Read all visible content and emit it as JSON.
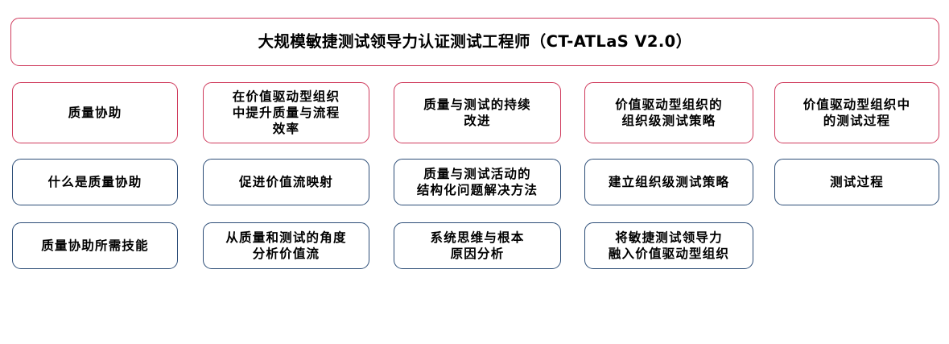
{
  "page": {
    "background_color": "#ffffff",
    "accent_level1_color": "#cf3a5c",
    "accent_level2_color": "#2c4d77",
    "text_color": "#000000"
  },
  "header": {
    "title": "大规模敏捷测试领导力认证测试工程师（CT-ATLaS V2.0）"
  },
  "columns": [
    {
      "level1": "质量协助",
      "level2": "什么是质量协助",
      "level3": "质量协助所需技能"
    },
    {
      "level1": "在价值驱动型组织\n中提升质量与流程\n效率",
      "level2": "促进价值流映射",
      "level3": "从质量和测试的角度\n分析价值流"
    },
    {
      "level1": "质量与测试的持续\n改进",
      "level2": "质量与测试活动的\n结构化问题解决方法",
      "level3": "系统思维与根本\n原因分析"
    },
    {
      "level1": "价值驱动型组织的\n组织级测试策略",
      "level2": "建立组织级测试策略",
      "level3": "将敏捷测试领导力\n融入价值驱动型组织"
    },
    {
      "level1": "价值驱动型组织中\n的测试过程",
      "level2": "测试过程",
      "level3": ""
    }
  ],
  "layout": {
    "columns_x": [
      15,
      252,
      489,
      726,
      962
    ],
    "columns_w": [
      206,
      207,
      208,
      210,
      205
    ],
    "rows_y": [
      102,
      197,
      276
    ],
    "rows_h": [
      76,
      58,
      58
    ]
  }
}
